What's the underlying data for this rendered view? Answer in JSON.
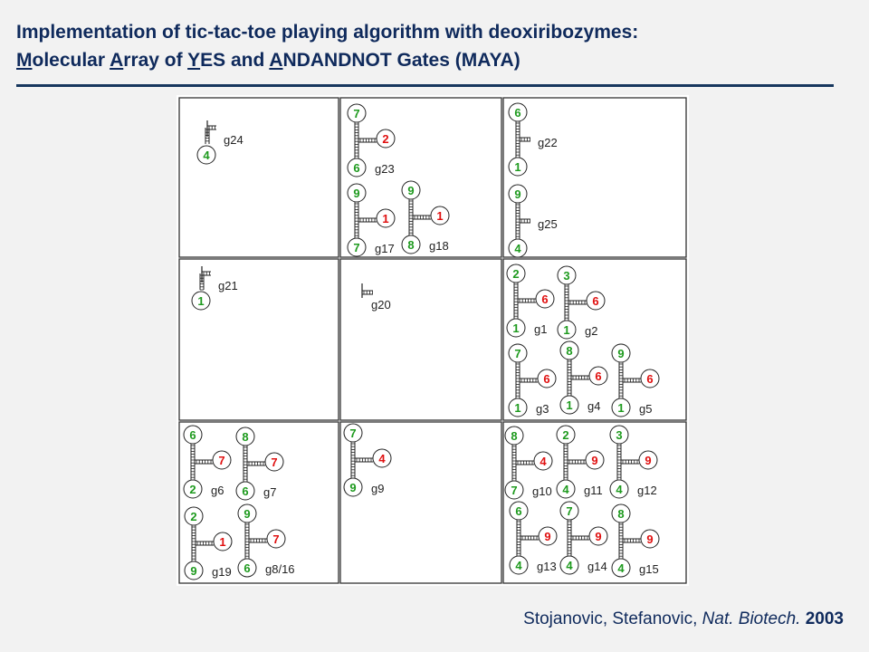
{
  "title": {
    "line1": "Implementation of tic-tac-toe  playing algorithm with deoxiribozymes:",
    "line2_parts": [
      {
        "text": "M",
        "u": true
      },
      {
        "text": "olecular ",
        "u": false
      },
      {
        "text": "A",
        "u": true
      },
      {
        "text": "rray of ",
        "u": false
      },
      {
        "text": "Y",
        "u": true
      },
      {
        "text": "ES and ",
        "u": false
      },
      {
        "text": "A",
        "u": true
      },
      {
        "text": "NDANDNOT Gates (MAYA)",
        "u": false
      }
    ]
  },
  "citation": {
    "authors": "Stojanovic, Stefanovic, ",
    "journal": "Nat. Biotech.",
    "year": "2003"
  },
  "colors": {
    "green": "#1e9a1e",
    "red": "#e01010",
    "text": "#0f2a5c",
    "border": "#333333"
  },
  "cells": [
    {
      "cell": 1,
      "gates": [
        {
          "label": "g24",
          "inputs": [
            {
              "n": "4",
              "color": "green"
            }
          ]
        }
      ]
    },
    {
      "cell": 2,
      "gates": [
        {
          "label": "g23",
          "inputs": [
            {
              "n": "7",
              "color": "green"
            },
            {
              "n": "6",
              "color": "green"
            },
            {
              "n": "2",
              "color": "red"
            }
          ]
        },
        {
          "label": "g17",
          "inputs": [
            {
              "n": "9",
              "color": "green"
            },
            {
              "n": "7",
              "color": "green"
            },
            {
              "n": "1",
              "color": "red"
            }
          ]
        },
        {
          "label": "g18",
          "inputs": [
            {
              "n": "9",
              "color": "green"
            },
            {
              "n": "8",
              "color": "green"
            },
            {
              "n": "1",
              "color": "red"
            }
          ]
        }
      ]
    },
    {
      "cell": 3,
      "gates": [
        {
          "label": "g22",
          "inputs": [
            {
              "n": "6",
              "color": "green"
            },
            {
              "n": "1",
              "color": "green"
            }
          ]
        },
        {
          "label": "g25",
          "inputs": [
            {
              "n": "9",
              "color": "green"
            },
            {
              "n": "4",
              "color": "green"
            }
          ]
        }
      ]
    },
    {
      "cell": 4,
      "gates": [
        {
          "label": "g21",
          "inputs": [
            {
              "n": "1",
              "color": "green"
            }
          ]
        }
      ]
    },
    {
      "cell": 5,
      "gates": [
        {
          "label": "g20",
          "inputs": []
        }
      ]
    },
    {
      "cell": 6,
      "gates": [
        {
          "label": "g1",
          "inputs": [
            {
              "n": "2",
              "color": "green"
            },
            {
              "n": "1",
              "color": "green"
            },
            {
              "n": "6",
              "color": "red"
            }
          ]
        },
        {
          "label": "g2",
          "inputs": [
            {
              "n": "3",
              "color": "green"
            },
            {
              "n": "1",
              "color": "green"
            },
            {
              "n": "6",
              "color": "red"
            }
          ]
        },
        {
          "label": "g3",
          "inputs": [
            {
              "n": "7",
              "color": "green"
            },
            {
              "n": "1",
              "color": "green"
            },
            {
              "n": "6",
              "color": "red"
            }
          ]
        },
        {
          "label": "g4",
          "inputs": [
            {
              "n": "8",
              "color": "green"
            },
            {
              "n": "1",
              "color": "green"
            },
            {
              "n": "6",
              "color": "red"
            }
          ]
        },
        {
          "label": "g5",
          "inputs": [
            {
              "n": "9",
              "color": "green"
            },
            {
              "n": "1",
              "color": "green"
            },
            {
              "n": "6",
              "color": "red"
            }
          ]
        }
      ]
    },
    {
      "cell": 7,
      "gates": [
        {
          "label": "g6",
          "inputs": [
            {
              "n": "6",
              "color": "green"
            },
            {
              "n": "2",
              "color": "green"
            },
            {
              "n": "7",
              "color": "red"
            }
          ]
        },
        {
          "label": "g7",
          "inputs": [
            {
              "n": "8",
              "color": "green"
            },
            {
              "n": "6",
              "color": "green"
            },
            {
              "n": "7",
              "color": "red"
            }
          ]
        },
        {
          "label": "g19",
          "inputs": [
            {
              "n": "2",
              "color": "green"
            },
            {
              "n": "9",
              "color": "green"
            },
            {
              "n": "1",
              "color": "red"
            }
          ]
        },
        {
          "label": "g8/16",
          "inputs": [
            {
              "n": "9",
              "color": "green"
            },
            {
              "n": "6",
              "color": "green"
            },
            {
              "n": "7",
              "color": "red"
            }
          ]
        }
      ]
    },
    {
      "cell": 8,
      "gates": [
        {
          "label": "g9",
          "inputs": [
            {
              "n": "7",
              "color": "green"
            },
            {
              "n": "9",
              "color": "green"
            },
            {
              "n": "4",
              "color": "red"
            }
          ]
        }
      ]
    },
    {
      "cell": 9,
      "gates": [
        {
          "label": "g10",
          "inputs": [
            {
              "n": "8",
              "color": "green"
            },
            {
              "n": "7",
              "color": "green"
            },
            {
              "n": "4",
              "color": "red"
            }
          ]
        },
        {
          "label": "g11",
          "inputs": [
            {
              "n": "2",
              "color": "green"
            },
            {
              "n": "4",
              "color": "green"
            },
            {
              "n": "9",
              "color": "red"
            }
          ]
        },
        {
          "label": "g12",
          "inputs": [
            {
              "n": "3",
              "color": "green"
            },
            {
              "n": "4",
              "color": "green"
            },
            {
              "n": "9",
              "color": "red"
            }
          ]
        },
        {
          "label": "g13",
          "inputs": [
            {
              "n": "6",
              "color": "green"
            },
            {
              "n": "4",
              "color": "green"
            },
            {
              "n": "9",
              "color": "red"
            }
          ]
        },
        {
          "label": "g14",
          "inputs": [
            {
              "n": "7",
              "color": "green"
            },
            {
              "n": "4",
              "color": "green"
            },
            {
              "n": "9",
              "color": "red"
            }
          ]
        },
        {
          "label": "g15",
          "inputs": [
            {
              "n": "8",
              "color": "green"
            },
            {
              "n": "4",
              "color": "green"
            },
            {
              "n": "9",
              "color": "red"
            }
          ]
        }
      ]
    }
  ]
}
